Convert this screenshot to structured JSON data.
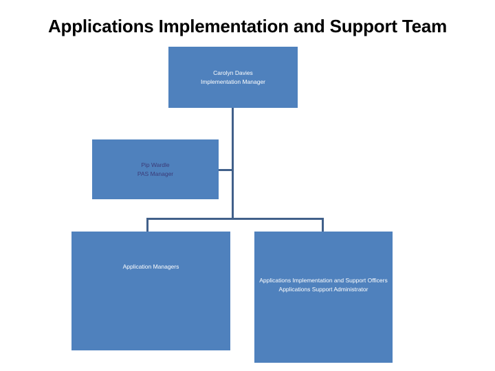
{
  "slide": {
    "title": "Applications Implementation and Support Team",
    "background_color": "#FFFFFF"
  },
  "theme": {
    "box_fill": "#4F81BD",
    "connector_color": "#41608A",
    "light_text": "#FFFFFF",
    "dark_text": "#3B3B78",
    "title_text": "#000000"
  },
  "org_chart": {
    "type": "organization-chart",
    "nodes": [
      {
        "id": "implementation-manager",
        "level": 0,
        "name": "Carolyn Davies",
        "role": "Implementation Manager",
        "lines": [
          "Carolyn Davies",
          "Implementation Manager"
        ],
        "text_color": "#FFFFFF",
        "fill": "#4F81BD"
      },
      {
        "id": "pas-manager",
        "level": 1,
        "name": "Pip Wardle",
        "role": "PAS Manager",
        "lines": [
          "Pip Wardle",
          "PAS Manager"
        ],
        "text_color": "#3B3B78",
        "fill": "#4F81BD"
      },
      {
        "id": "application-managers",
        "level": 2,
        "name": "",
        "role": "Application Managers",
        "lines": [
          "Application Managers"
        ],
        "text_color": "#FFFFFF",
        "fill": "#4F81BD"
      },
      {
        "id": "support-officers",
        "level": 2,
        "name": "",
        "role": "Applications Implementation and Support Officers",
        "lines": [
          "Applications Implementation and Support Officers",
          "Applications Support Administrator"
        ],
        "text_color": "#FFFFFF",
        "fill": "#4F81BD"
      }
    ],
    "edges": [
      {
        "from": "implementation-manager",
        "to": "pas-manager"
      },
      {
        "from": "implementation-manager",
        "to": "application-managers"
      },
      {
        "from": "implementation-manager",
        "to": "support-officers"
      }
    ]
  }
}
